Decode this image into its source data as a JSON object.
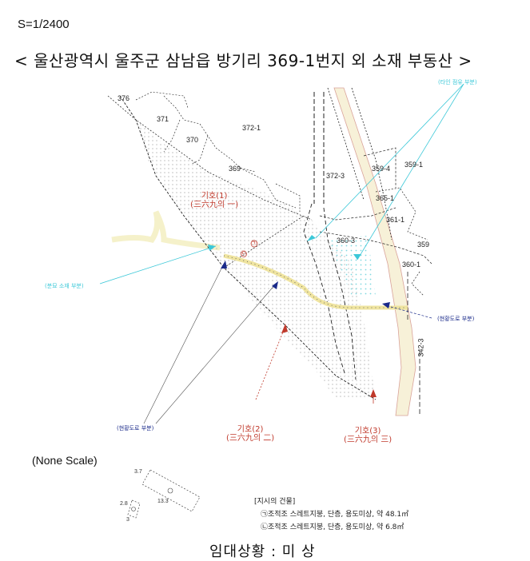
{
  "header": {
    "scale": "S=1/2400",
    "title": "< 울산광역시 울주군 삼남읍 방기리 369-1번지 외 소재 부동산 >"
  },
  "map": {
    "parcel_labels": [
      {
        "id": "376",
        "text": "376"
      },
      {
        "id": "371",
        "text": "371"
      },
      {
        "id": "370",
        "text": "370"
      },
      {
        "id": "372-1",
        "text": "372-1"
      },
      {
        "id": "369",
        "text": "369"
      },
      {
        "id": "372-3",
        "text": "372-3"
      },
      {
        "id": "359-4",
        "text": "359-4"
      },
      {
        "id": "359-1",
        "text": "359-1"
      },
      {
        "id": "365-1",
        "text": "365-1"
      },
      {
        "id": "361-1",
        "text": "361-1"
      },
      {
        "id": "360-3",
        "text": "360-3"
      },
      {
        "id": "359",
        "text": "359"
      },
      {
        "id": "360-1",
        "text": "360-1"
      },
      {
        "id": "342-3",
        "text": "342-3"
      }
    ],
    "symbols": [
      {
        "label": "기호(1)",
        "sub": "(三六九의 一)"
      },
      {
        "label": "기호(2)",
        "sub": "(三六九의 二)"
      },
      {
        "label": "기호(3)",
        "sub": "(三六九의 三)"
      }
    ],
    "callouts": {
      "other_occupied": "(타인 점유 부분)",
      "grave": "(분묘 소재 부분)",
      "road_right": "(현황도로 부분)",
      "road_left": "(현황도로 부분)"
    },
    "building_marks": [
      "㉠",
      "㉡"
    ],
    "colors": {
      "symbol_red": "#c0392b",
      "callout_cyan": "#3cc8d8",
      "callout_navy": "#1a2a8a",
      "road_fill": "#f7f1d8"
    }
  },
  "sketch": {
    "title": "(None Scale)",
    "dims": {
      "a_width": "3.7",
      "a_length": "13.3",
      "b_width": "2.8",
      "b_length": "3"
    },
    "marks": [
      "㉠",
      "㉡"
    ]
  },
  "buildings": {
    "title": "[지시의 건물]",
    "items": [
      "㉠조적조 스레트지붕, 단층, 용도미상, 약 48.1㎡",
      "㉡조적조 스레트지붕, 단층, 용도미상, 약 6.8㎡"
    ]
  },
  "footer": {
    "lease_status": "임대상황 : 미 상"
  }
}
